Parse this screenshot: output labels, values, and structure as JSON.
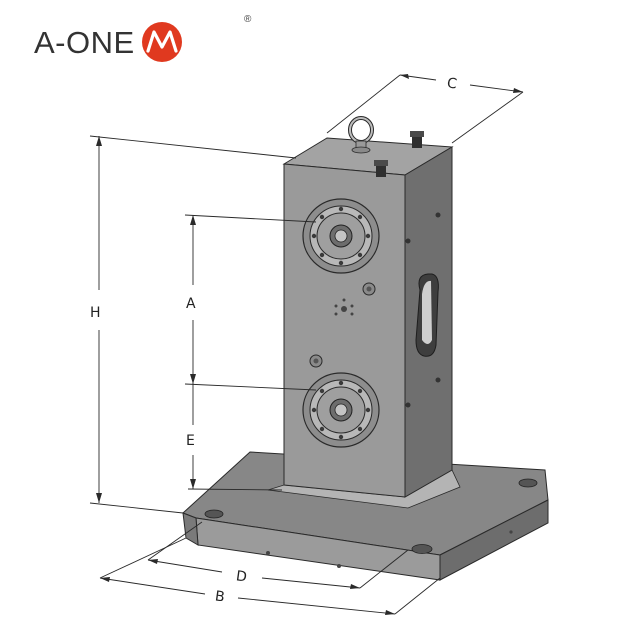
{
  "brand": {
    "name": "A-ONE",
    "registered_mark": "®",
    "logo_color": "#e0391f",
    "logo_icon": "m-zigzag-circle-logo"
  },
  "drawing": {
    "labels": {
      "A": "A",
      "B": "B",
      "C": "C",
      "D": "D",
      "E": "E",
      "H": "H"
    },
    "colors": {
      "body": "#8e8e8e",
      "front_face": "#9a9a9a",
      "dark_side": "#6e6e6e",
      "base_top": "#858585",
      "line": "#2a2a2a"
    }
  }
}
